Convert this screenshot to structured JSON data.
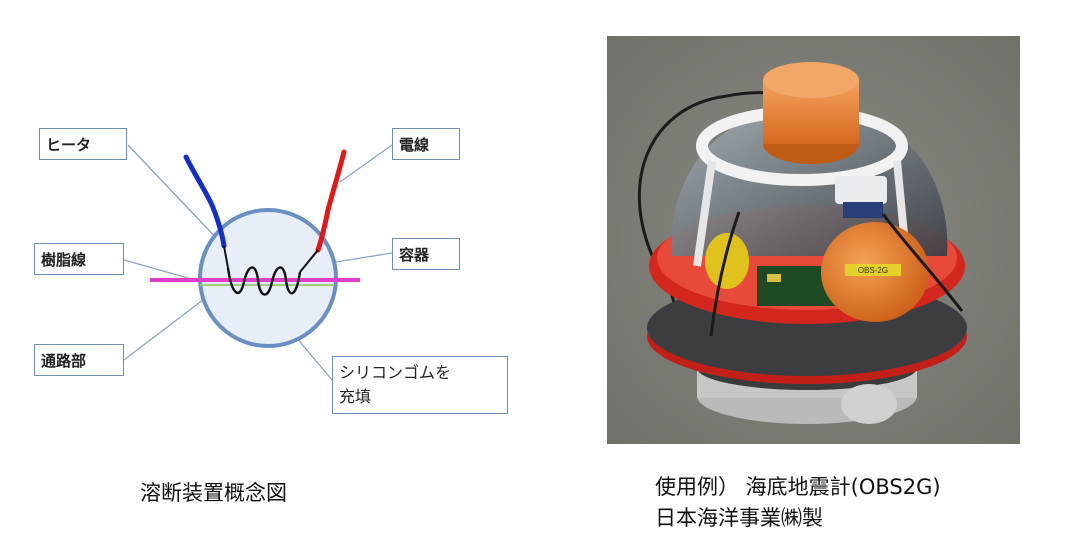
{
  "diagram": {
    "labels": {
      "heater": "ヒータ",
      "wire": "電線",
      "resin_wire": "樹脂線",
      "container": "容器",
      "passage": "通路部",
      "silicone_line1": "シリコンゴムを",
      "silicone_line2": "充填"
    },
    "caption": "溶断装置概念図",
    "colors": {
      "wire_blue": "#1530c8",
      "wire_red": "#e01818",
      "resin_line": "#e040c8",
      "container_fill": "#e8eef8",
      "container_stroke": "#6a8fc4",
      "leader_line": "#8aa4c8"
    }
  },
  "photo": {
    "sticker_text": "OBS-2G",
    "caption_line1": "使用例） 海底地震計(OBS2G)",
    "caption_line2": "日本海洋事業㈱製"
  }
}
